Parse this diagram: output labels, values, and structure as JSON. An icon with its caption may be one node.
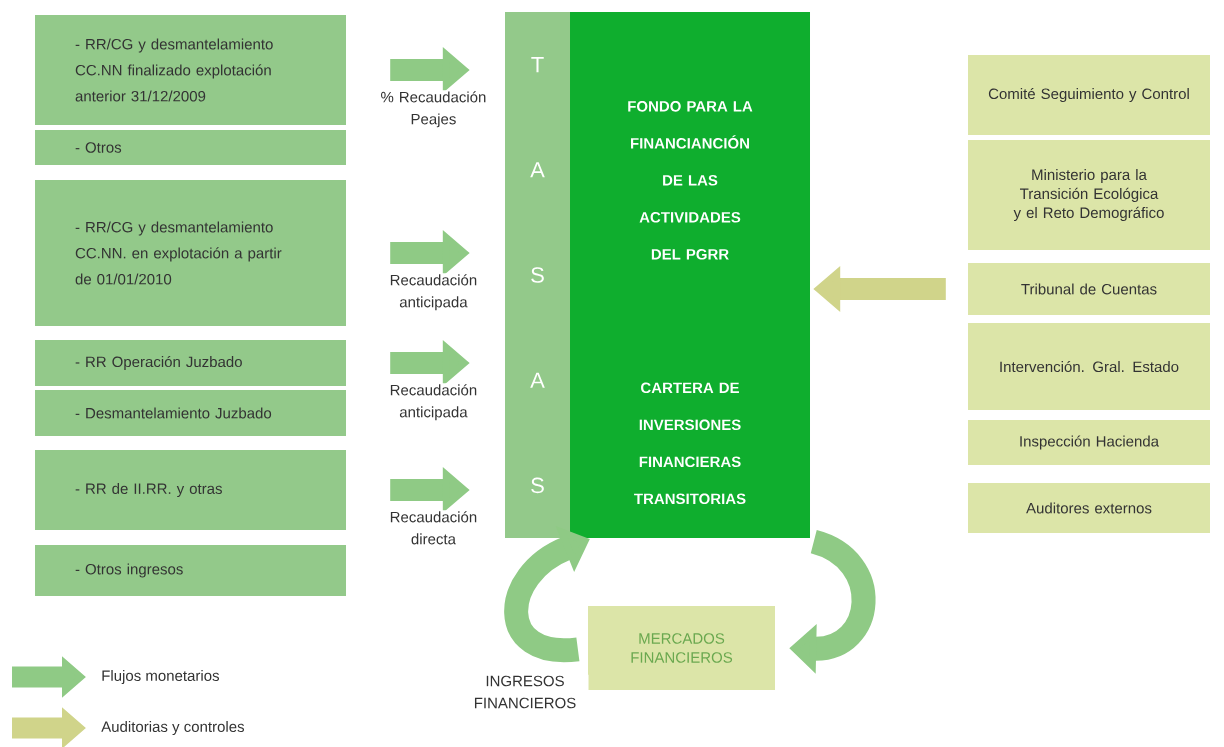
{
  "diagram": {
    "nodes": [
      {
        "text": [
          "- RR/CG y desmantelamiento CC.NN finalizado explotación anterior 31/12/2009"
        ]
      },
      {
        "text": [
          "- Otros"
        ]
      },
      {
        "text": [
          "- RR/CG y desmantelamiento CC.NN. en explotación a partir de 01/01/2010"
        ]
      },
      {
        "text": [
          "- RR Operación Juzbado"
        ]
      },
      {
        "text": [
          "- Desmantelamiento Juzbado"
        ]
      },
      {
        "text": [
          "- RR de II.RR. y otras"
        ]
      },
      {
        "text": [
          "- Otros ingresos"
        ]
      },
      {
        "text": [
          "T",
          "A",
          "S",
          "A",
          "S"
        ]
      },
      {
        "text": [
          "FONDO PARA LA FINANCIANCIÓN DE LAS ACTIVIDADES DEL PGRR",
          "CARTERA DE INVERSIONES FINANCIERAS TRANSITORIAS"
        ]
      },
      {
        "text": [
          "Comité Seguimiento y Control"
        ]
      },
      {
        "text": [
          "Ministerio para la Transición Ecológica y el Reto Demográfico"
        ]
      },
      {
        "text": [
          "Tribunal de Cuentas"
        ]
      },
      {
        "text": [
          "Intervención. Gral. Estado"
        ]
      },
      {
        "text": [
          "Inspección Hacienda"
        ]
      },
      {
        "text": [
          "Auditores externos"
        ]
      },
      {
        "text": [
          "MERCADOS FINANCIEROS"
        ]
      }
    ],
    "edges": [
      {
        "from": 0,
        "to": 7,
        "arrow": "to",
        "label": "% Recaudación Peajes"
      },
      {
        "from": 2,
        "to": 7,
        "arrow": "to",
        "label": "Recaudación anticipada"
      },
      {
        "from": 3,
        "to": 7,
        "arrow": "to",
        "label": "Recaudación anticipada"
      },
      {
        "from": 5,
        "to": 7,
        "arrow": "to",
        "label": "Recaudación directa"
      },
      {
        "from": 11,
        "to": 8,
        "arrow": "to",
        "color": "#d0d48a"
      },
      {
        "from": 8,
        "to": 15,
        "arrow": "to"
      },
      {
        "from": 15,
        "to": 8,
        "arrow": "to",
        "label": "INGRESOS FINANCIEROS"
      }
    ],
    "legend": [
      {
        "text": "Flujos monetarios"
      },
      {
        "text": "Auditorias y controles"
      }
    ]
  }
}
